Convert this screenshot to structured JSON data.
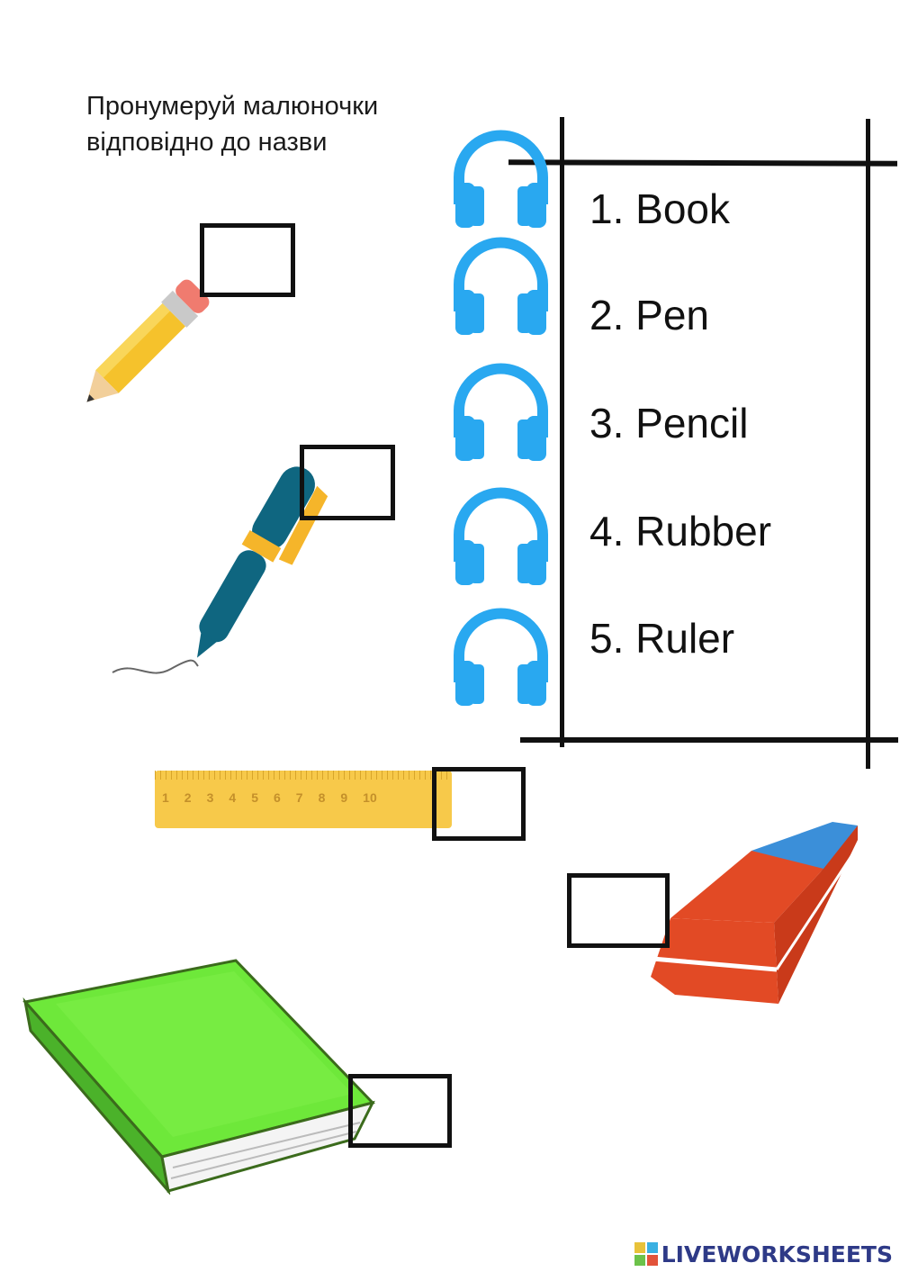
{
  "instruction": {
    "line1": "Пронумеруй малюночки",
    "line2": "відповідно до назви"
  },
  "word_list": [
    {
      "label": "1. Book"
    },
    {
      "label": "2. Pen"
    },
    {
      "label": "3. Pencil"
    },
    {
      "label": "4. Rubber"
    },
    {
      "label": "5. Ruler"
    }
  ],
  "audio_buttons": [
    {
      "icon": "headphones-icon",
      "color": "#29a8f0"
    },
    {
      "icon": "headphones-icon",
      "color": "#29a8f0"
    },
    {
      "icon": "headphones-icon",
      "color": "#29a8f0"
    },
    {
      "icon": "headphones-icon",
      "color": "#29a8f0"
    },
    {
      "icon": "headphones-icon",
      "color": "#29a8f0"
    }
  ],
  "pictures": [
    "pencil",
    "pen",
    "ruler",
    "rubber",
    "book"
  ],
  "ruler_numbers": [
    "1",
    "2",
    "3",
    "4",
    "5",
    "6",
    "7",
    "8",
    "9",
    "10"
  ],
  "footer": {
    "brand": "LIVEWORKSHEETS"
  },
  "colors": {
    "headphones": "#29a8f0",
    "brand": "#2e3a87",
    "pencil_body": "#f5c22c",
    "pen_body": "#0f6680",
    "ruler": "#f7c94a",
    "rubber_red": "#e24a25",
    "rubber_blue": "#3b8fd9",
    "book_green": "#6ee83a"
  }
}
